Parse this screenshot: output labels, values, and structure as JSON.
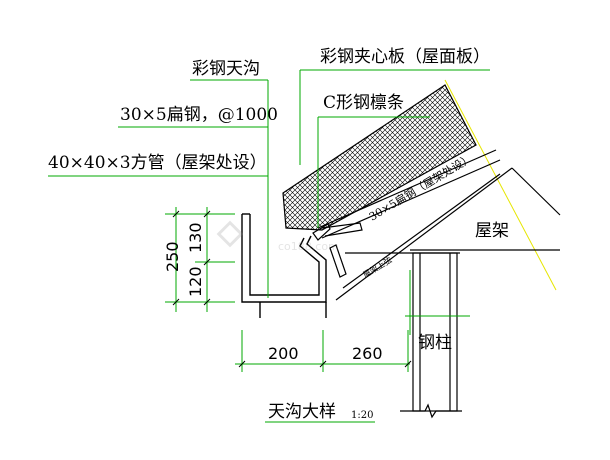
{
  "labels": {
    "gutter": "彩钢天沟",
    "flat_steel": "30×5扁钢，@1000",
    "square_tube": "40×40×3方管（屋架处设）",
    "sandwich_panel": "彩钢夹心板（屋面板）",
    "c_purlin": "C形钢檩条",
    "flat_steel_slope": "30×5扁钢（屋架处设）",
    "truss": "屋架",
    "column": "钢柱",
    "truss_top": "屋架上弦",
    "detail_title": "天沟大样",
    "detail_scale": "1:20"
  },
  "dimensions": {
    "width_left": "200",
    "width_right": "260",
    "height_total": "250",
    "height_upper": "130",
    "height_lower": "120"
  },
  "watermark": "co188.com",
  "colors": {
    "background": "#ffffff",
    "line": "#000000",
    "text": "#000000",
    "leader": "#00aa00",
    "hatch_fill": "#cccccc",
    "axis": "#e6e600"
  }
}
